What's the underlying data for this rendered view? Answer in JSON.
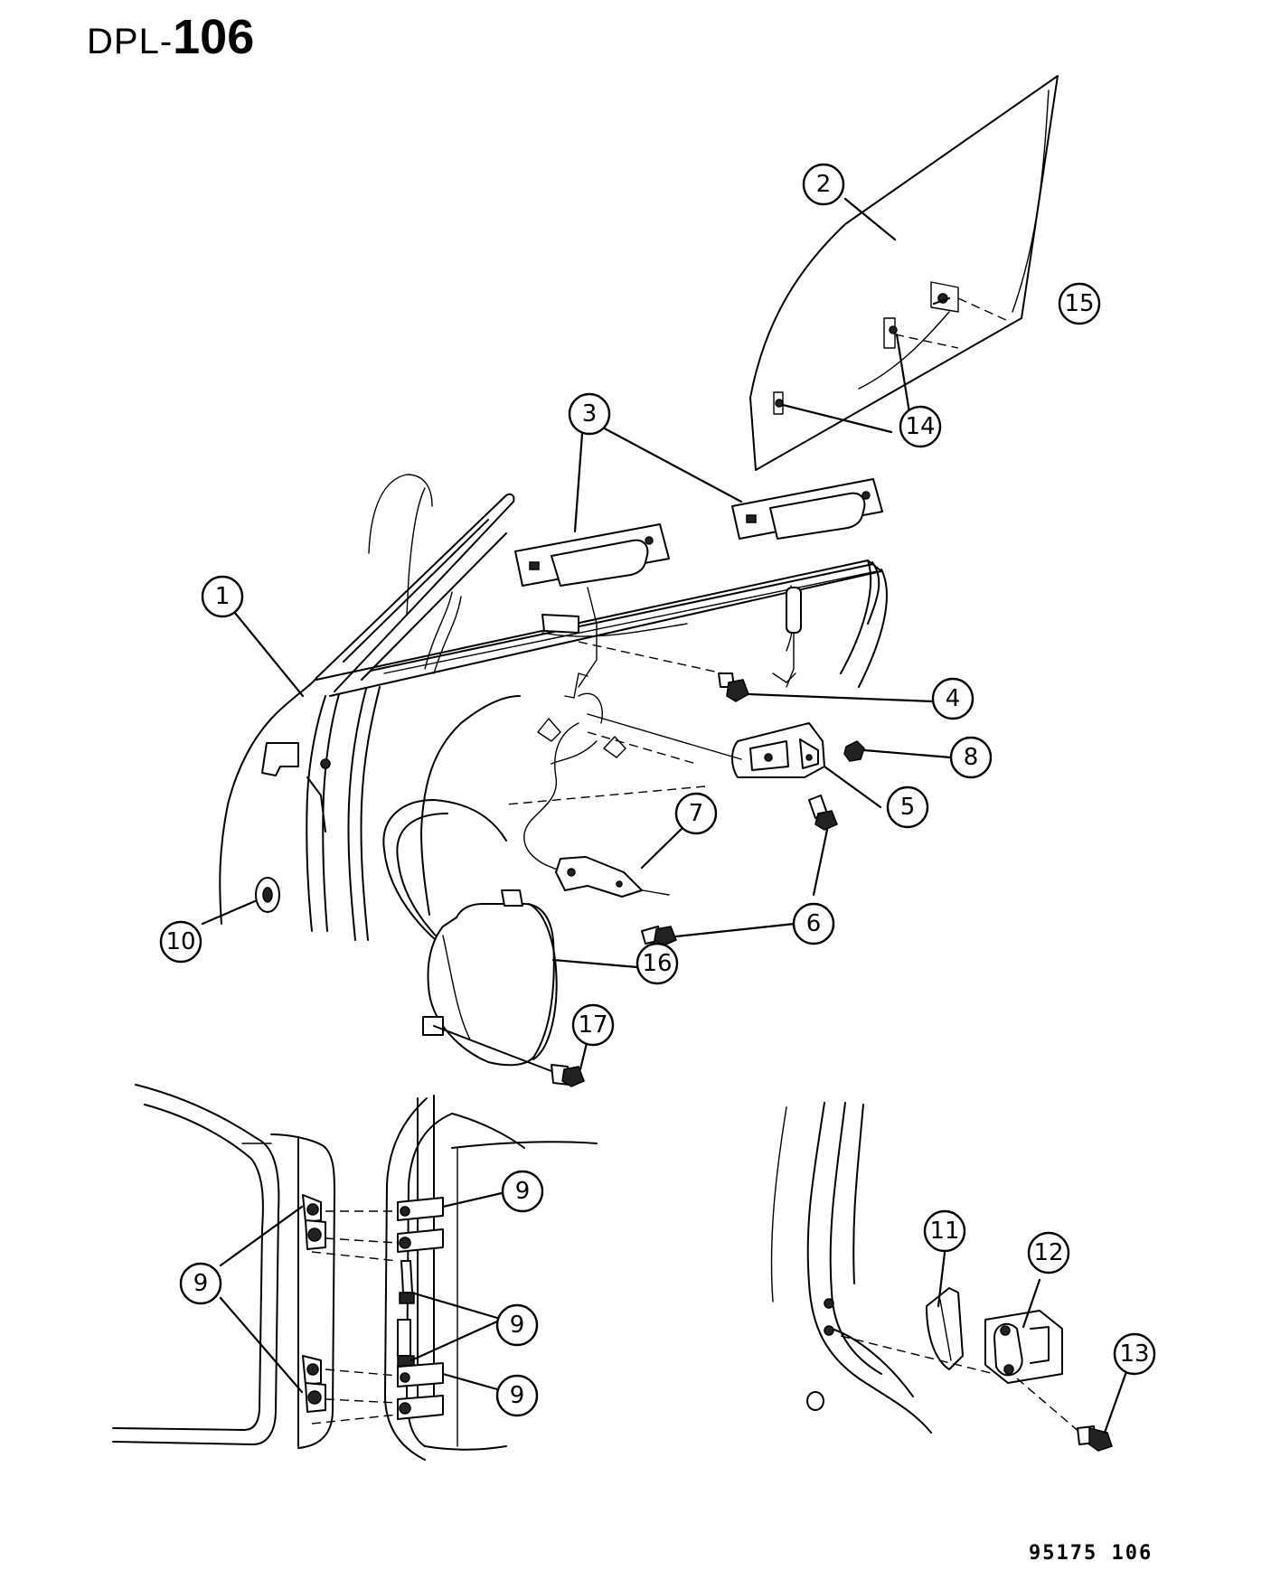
{
  "header": {
    "prefix": "DPL-",
    "number": "106"
  },
  "footer": {
    "code": "95175  106"
  },
  "callouts": [
    {
      "id": "c1",
      "label": "1"
    },
    {
      "id": "c2",
      "label": "2"
    },
    {
      "id": "c3",
      "label": "3"
    },
    {
      "id": "c4",
      "label": "4"
    },
    {
      "id": "c5",
      "label": "5"
    },
    {
      "id": "c6",
      "label": "6"
    },
    {
      "id": "c7",
      "label": "7"
    },
    {
      "id": "c8",
      "label": "8"
    },
    {
      "id": "c9a",
      "label": "9"
    },
    {
      "id": "c9b",
      "label": "9"
    },
    {
      "id": "c9c",
      "label": "9"
    },
    {
      "id": "c9d",
      "label": "9"
    },
    {
      "id": "c10",
      "label": "10"
    },
    {
      "id": "c11",
      "label": "11"
    },
    {
      "id": "c12",
      "label": "12"
    },
    {
      "id": "c13",
      "label": "13"
    },
    {
      "id": "c14",
      "label": "14"
    },
    {
      "id": "c15",
      "label": "15"
    },
    {
      "id": "c16",
      "label": "16"
    },
    {
      "id": "c17",
      "label": "17"
    }
  ]
}
